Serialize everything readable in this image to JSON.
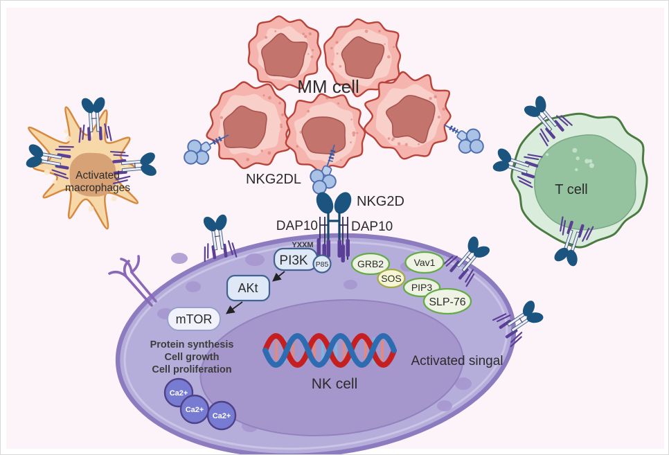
{
  "figure": {
    "cells": {
      "mm_cell": {
        "label": "MM cell"
      },
      "macrophage": {
        "label": [
          "Activated",
          "macrophages"
        ]
      },
      "t_cell": {
        "label": "T cell"
      },
      "nk_cell": {
        "label": "NK cell"
      }
    },
    "receptor_complex": {
      "ligand": "NKG2DL",
      "receptor": "NKG2D",
      "adapter_left": "DAP10",
      "adapter_right": "DAP10",
      "motif": "YXXM"
    },
    "signaling": {
      "pi3k": "PI3K",
      "p85": "P85",
      "akt": "AKt",
      "mtor": "mTOR",
      "grb2": "GRB2",
      "sos": "SOS",
      "vav1": "Vav1",
      "pip3": "PIP3",
      "slp76": "SLP-76",
      "outcomes": [
        "Protein synthesis",
        "Cell growth",
        "Cell proliferation"
      ],
      "signal_note": "Activated singal",
      "calcium_ions": [
        "Ca2+",
        "Ca2+",
        "Ca2+"
      ]
    },
    "colors": {
      "background": "#fdf4f9",
      "mm_cell_body": "#f5b5ae",
      "mm_cell_outline": "#b8433a",
      "mm_nucleus": "#c3756d",
      "macrophage_body": "#f7d8a9",
      "macrophage_outline": "#d68940",
      "t_cell_body": "#daeddd",
      "t_cell_outline": "#4a7b40",
      "t_cell_nucleus": "#95c3a0",
      "nk_cell_body": "#b5aedb",
      "nk_membrane": "#8d7bc0",
      "nk_nucleus": "#a596cb",
      "receptor_head": "#1a547f",
      "transmembrane": "#5b3f96",
      "ligand_fill": "#a9c2e6",
      "kinase_fill": "#dfe8f7",
      "adapter_green": "#64ab47",
      "calcium_fill": "#777bd1",
      "dna_red": "#c5201f",
      "dna_blue": "#2e6cb2"
    }
  }
}
